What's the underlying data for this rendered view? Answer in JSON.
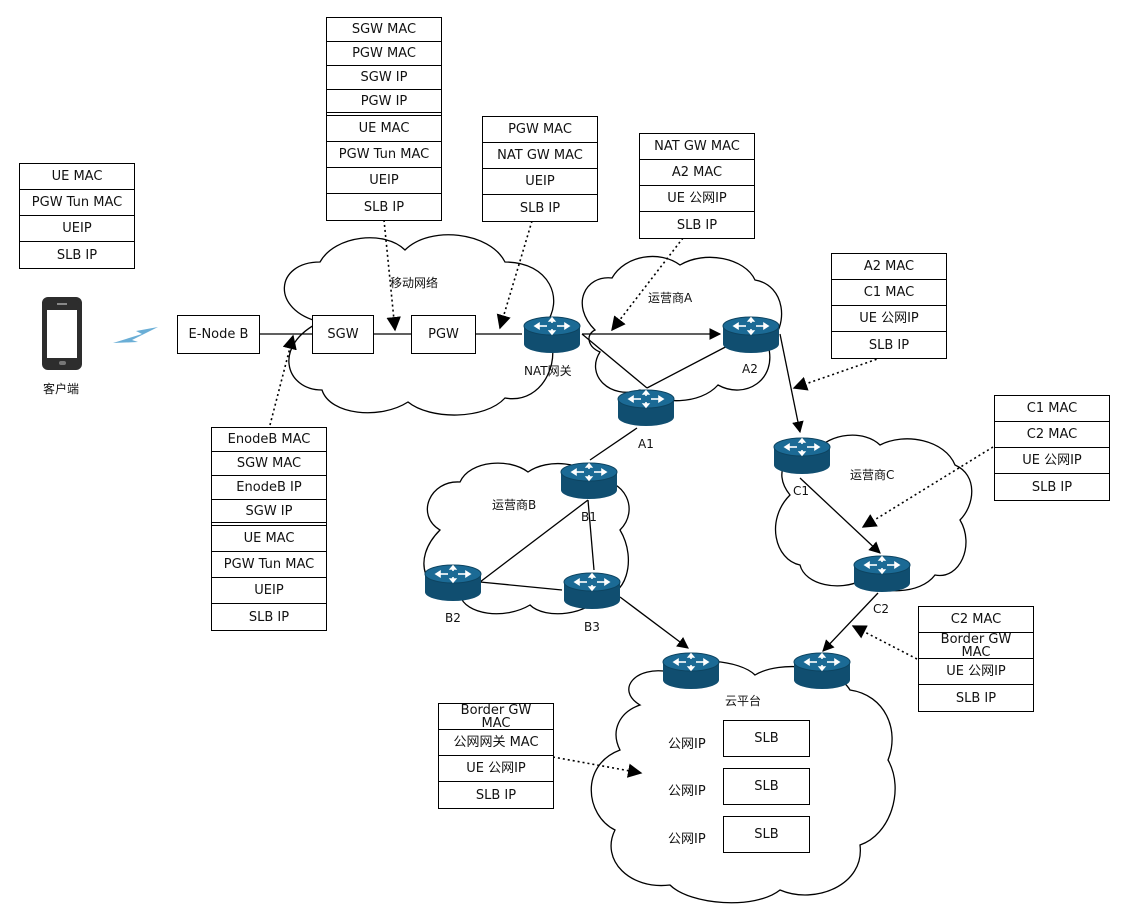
{
  "client": {
    "label": "客户端",
    "icon": "smartphone-icon"
  },
  "wireless": {
    "icon": "wireless-signal-icon"
  },
  "enodeb": {
    "label": "E-Node B"
  },
  "clouds": {
    "mobile": "移动网络",
    "carrier_a": "运营商A",
    "carrier_b": "运营商B",
    "carrier_c": "运营商C",
    "cloud_platform": "云平台"
  },
  "nodes": {
    "sgw": "SGW",
    "pgw": "PGW",
    "nat": "NAT网关",
    "a1": "A1",
    "a2": "A2",
    "b1": "B1",
    "b2": "B2",
    "b3": "B3",
    "c1": "C1",
    "c2": "C2"
  },
  "router_icon": "router-icon",
  "headers": {
    "ue": [
      "UE MAC",
      "PGW Tun MAC",
      "UEIP",
      "SLB IP"
    ],
    "enodeb_top": [
      "EnodeB MAC",
      "SGW MAC",
      "EnodeB IP",
      "SGW IP"
    ],
    "enodeb_bottom": [
      "UE MAC",
      "PGW Tun MAC",
      "UEIP",
      "SLB IP"
    ],
    "sgw_top": [
      "SGW MAC",
      "PGW MAC",
      "SGW IP",
      "PGW IP"
    ],
    "sgw_bottom": [
      "UE MAC",
      "PGW Tun MAC",
      "UEIP",
      "SLB IP"
    ],
    "pgw": [
      "PGW MAC",
      "NAT GW MAC",
      "UEIP",
      "SLB IP"
    ],
    "nat": [
      "NAT GW MAC",
      "A2 MAC",
      "UE 公网IP",
      "SLB IP"
    ],
    "a2": [
      "A2 MAC",
      "C1 MAC",
      "UE 公网IP",
      "SLB IP"
    ],
    "c1": [
      "C1 MAC",
      "C2 MAC",
      "UE 公网IP",
      "SLB IP"
    ],
    "c2": [
      "C2 MAC",
      "Border GW MAC",
      "UE 公网IP",
      "SLB IP"
    ],
    "border": [
      "Border GW MAC",
      "公网网关 MAC",
      "UE 公网IP",
      "SLB IP"
    ]
  },
  "cloud_platform": {
    "rows": [
      {
        "ip_label": "公网IP",
        "slb": "SLB"
      },
      {
        "ip_label": "公网IP",
        "slb": "SLB"
      },
      {
        "ip_label": "公网IP",
        "slb": "SLB"
      }
    ]
  },
  "colors": {
    "router_blue": "#1b6a95",
    "router_dark": "#104e70",
    "wireless": "#6aaed6",
    "line": "#000000"
  }
}
